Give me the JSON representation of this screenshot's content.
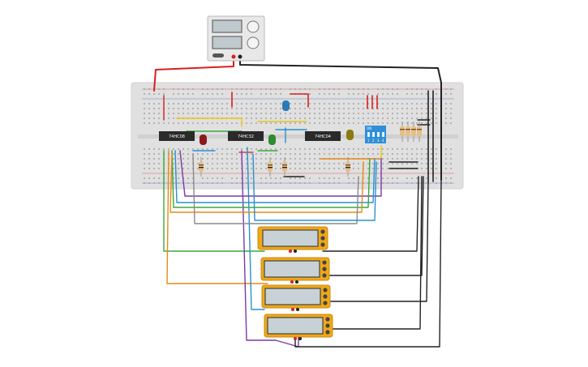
{
  "canvas": {
    "background": "#ffffff",
    "breadboard_color": "#e0e0e0"
  },
  "power_supply": {
    "name": "dc-power-supply",
    "body_color": "#e8e8e8",
    "display_color": "#bfc9ce",
    "knob_icon": "knob-icon"
  },
  "chips": [
    {
      "id": "chip-1",
      "label": "74HC08"
    },
    {
      "id": "chip-2",
      "label": "74HC32"
    },
    {
      "id": "chip-3",
      "label": "74HC04"
    }
  ],
  "dip_switch": {
    "header": "ON",
    "positions": [
      "1",
      "2",
      "3",
      "4"
    ],
    "color": "#2f8fd8"
  },
  "leds": [
    {
      "name": "led-blue",
      "color": "#2a7ab8"
    },
    {
      "name": "led-red",
      "color": "#8b1a1a"
    },
    {
      "name": "led-green",
      "color": "#2e8b2e"
    },
    {
      "name": "led-olive",
      "color": "#8a7a10"
    }
  ],
  "multimeters": [
    {
      "name": "multimeter-1",
      "display": ""
    },
    {
      "name": "multimeter-2",
      "display": ""
    },
    {
      "name": "multimeter-3",
      "display": ""
    },
    {
      "name": "multimeter-4",
      "display": ""
    }
  ],
  "wire_colors": {
    "red": "#d62020",
    "black": "#222222",
    "green": "#3aa83a",
    "orange": "#e58a18",
    "blue": "#2a90d0",
    "purple": "#7a3aa8",
    "gray": "#8a8a8a",
    "yellow": "#e6c619"
  }
}
